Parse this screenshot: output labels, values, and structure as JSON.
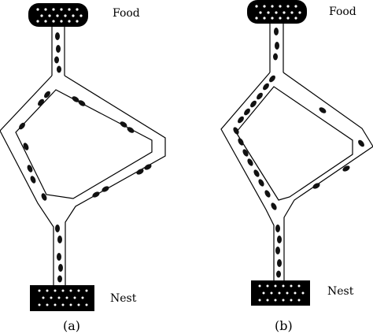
{
  "panels": [
    {
      "id": "a",
      "caption": "(a)",
      "food_label": "Food",
      "nest_label": "Nest"
    },
    {
      "id": "b",
      "caption": "(b)",
      "food_label": "Food",
      "nest_label": "Nest"
    }
  ],
  "colors": {
    "stroke": "#000000",
    "block_fill": "#000000",
    "dot_fill": "#ffffff",
    "ant": "#111111"
  }
}
